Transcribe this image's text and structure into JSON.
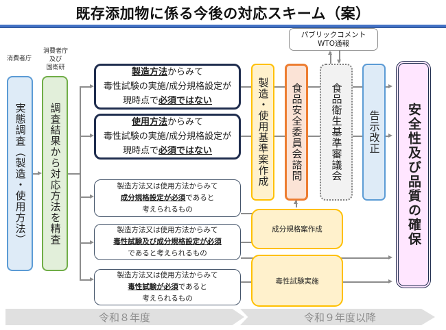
{
  "title": "既存添加物に係る今後の対応スキーム（案）",
  "labels": {
    "agency1": "消費者庁",
    "agency2_line1": "消費者庁",
    "agency2_line2": "及び",
    "agency2_line3": "国衛研"
  },
  "survey_box": "実態調査（製造・使用方法）",
  "review_box": "調査結果から対応方法を精査",
  "categories": [
    {
      "line1_em": "製造方法",
      "line1_rest": "からみて",
      "line2": "毒性試験の実施/成分規格設定が",
      "line3_pre": "現時点で",
      "line3_em": "必須ではない"
    },
    {
      "line1_em": "使用方法",
      "line1_rest": "からみて",
      "line2": "毒性試験の実施/成分規格設定が",
      "line3_pre": "現時点で",
      "line3_em": "必須ではない"
    },
    {
      "line1": "製造方法又は使用方法からみて",
      "line2_em": "成分規格設定が必須",
      "line2_rest": "であると",
      "line3": "考えられるもの"
    },
    {
      "line1": "製造方法又は使用方法からみて",
      "line2_em": "毒性試験及び成分規格設定が必須",
      "line3": "であると考えられるもの"
    },
    {
      "line1": "製造方法又は使用方法からみて",
      "line2_em": "毒性試験が必須",
      "line2_rest": "であると",
      "line3": "考えられるもの"
    }
  ],
  "process": {
    "standard_draft": "製造・使用基準案作成",
    "fsc_consult": "食品安全委員会諮問",
    "food_sanitation_council": "食品衛生基準審議会",
    "notice_revision": "告示改正",
    "spec_draft": "成分規格案作成",
    "toxicity_test": "毒性試験実施",
    "public_comment_line1": "パブリックコメント",
    "public_comment_line2": "WTO通報",
    "goal": "安全性及び品質の確保"
  },
  "timeline": {
    "phase1": "令和８年度",
    "phase2": "令和９年度以降"
  },
  "colors": {
    "title_rule": "#4472c4",
    "survey": "#5b9bd5",
    "review": "#70ad47",
    "yellow": "#ffc000",
    "orange": "#ed7d31",
    "goal_fill": "#ffe6ff",
    "navy": "#1f2d4e"
  }
}
